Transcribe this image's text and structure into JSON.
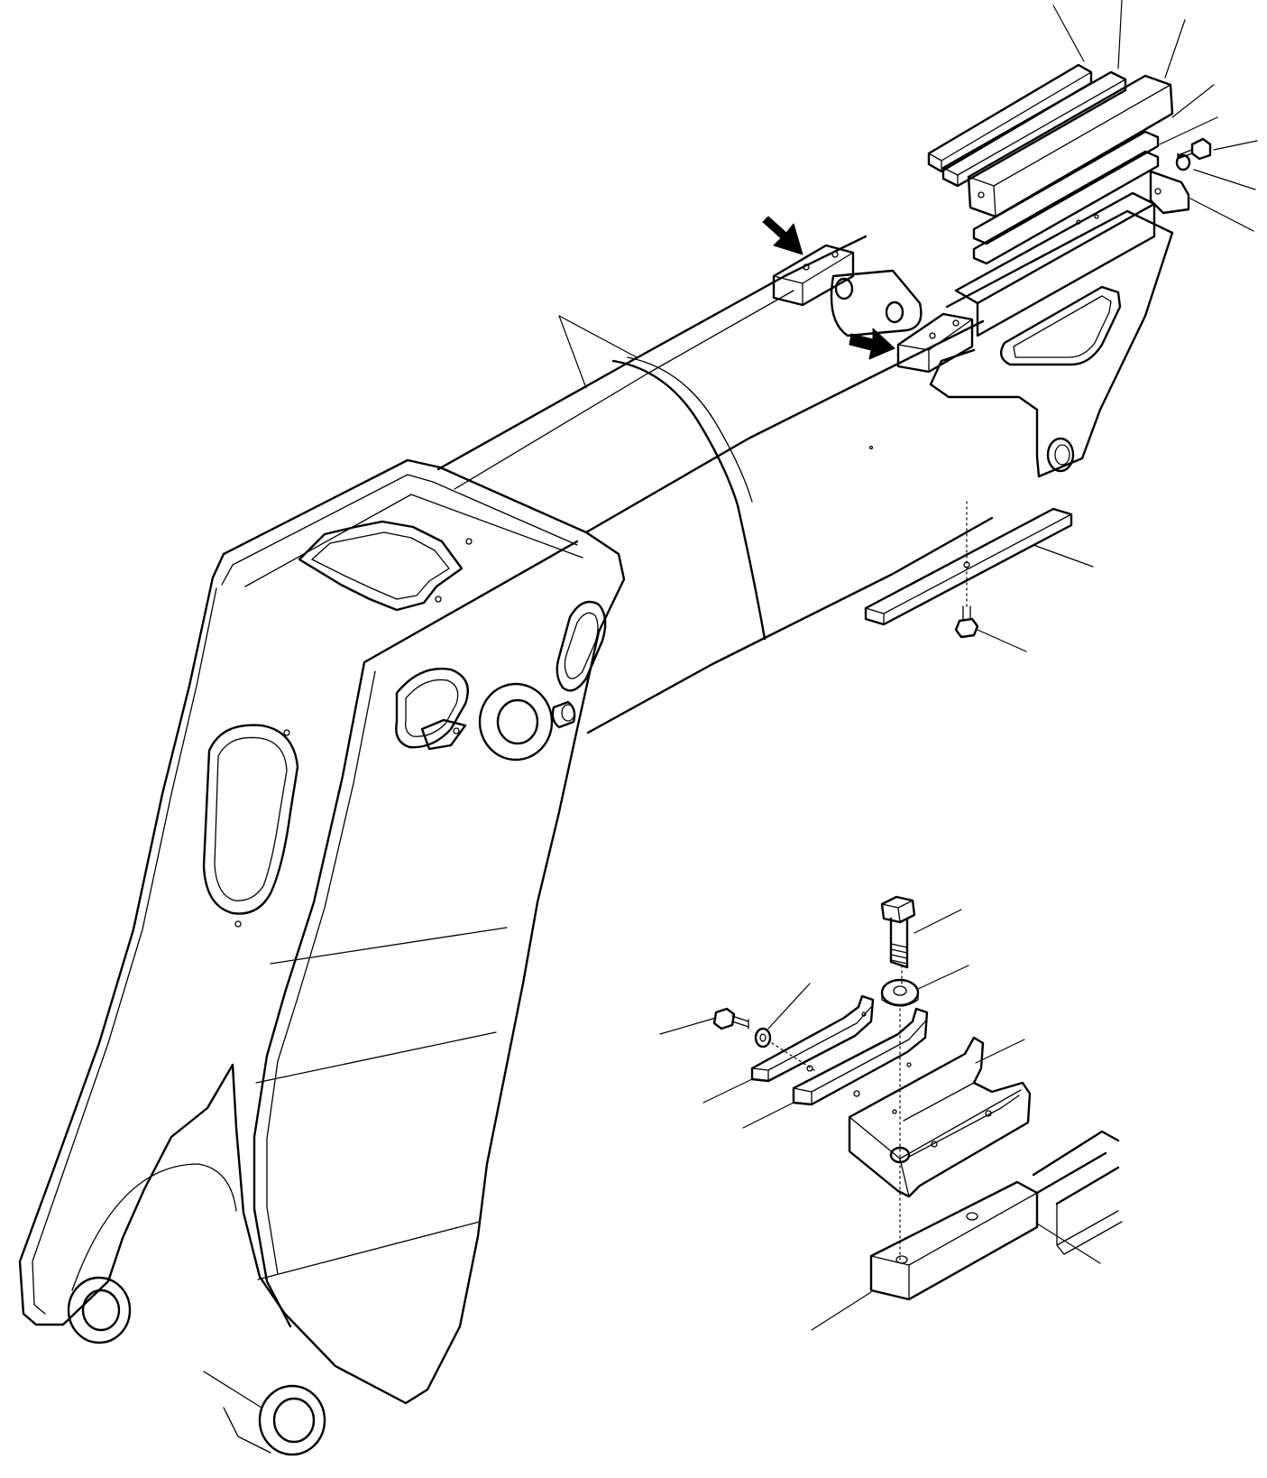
{
  "drawing": {
    "stroke_color": "#000000",
    "background_color": "#ffffff",
    "components": [
      "boom-arm",
      "boom-extension-tube",
      "top-slide-pads",
      "side-bracket",
      "bottom-slide-pad",
      "pad-retainer-detail",
      "attach-frame-rail"
    ],
    "indicators": [
      "arrow-icon",
      "arrow-icon"
    ],
    "callout_leader_count": 14,
    "printed_text": []
  }
}
